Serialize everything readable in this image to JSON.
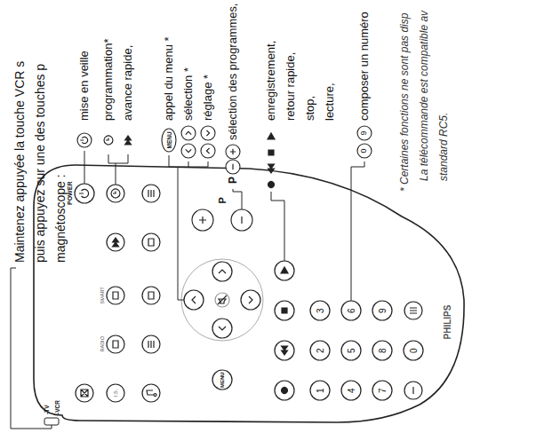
{
  "diagram": {
    "labels": [
      "Maintenez appuyée la touche VCR s",
      "puis appuyez sur une des touches p",
      "magnétoscope :",
      "mise en veille",
      "programmation*",
      "avance rapide,",
      "appel du menu *",
      "sélection *",
      "réglage *",
      "sélection des programmes,",
      "enregistrement,",
      "retour rapide,",
      "stop,",
      "lecture,",
      "composer un numéro",
      "* Certaines fonctions ne sont pas disp",
      "La télécommande est compatible av",
      "standard RC5.",
      "MENU",
      "P",
      "0",
      "9",
      "POWER",
      "-TV",
      "-VCR",
      "MENU",
      "P",
      "1",
      "2",
      "3",
      "4",
      "5",
      "6",
      "7",
      "8",
      "9",
      "0",
      "PHILIPS",
      "I.S.",
      "RADIO",
      "SMART"
    ]
  }
}
